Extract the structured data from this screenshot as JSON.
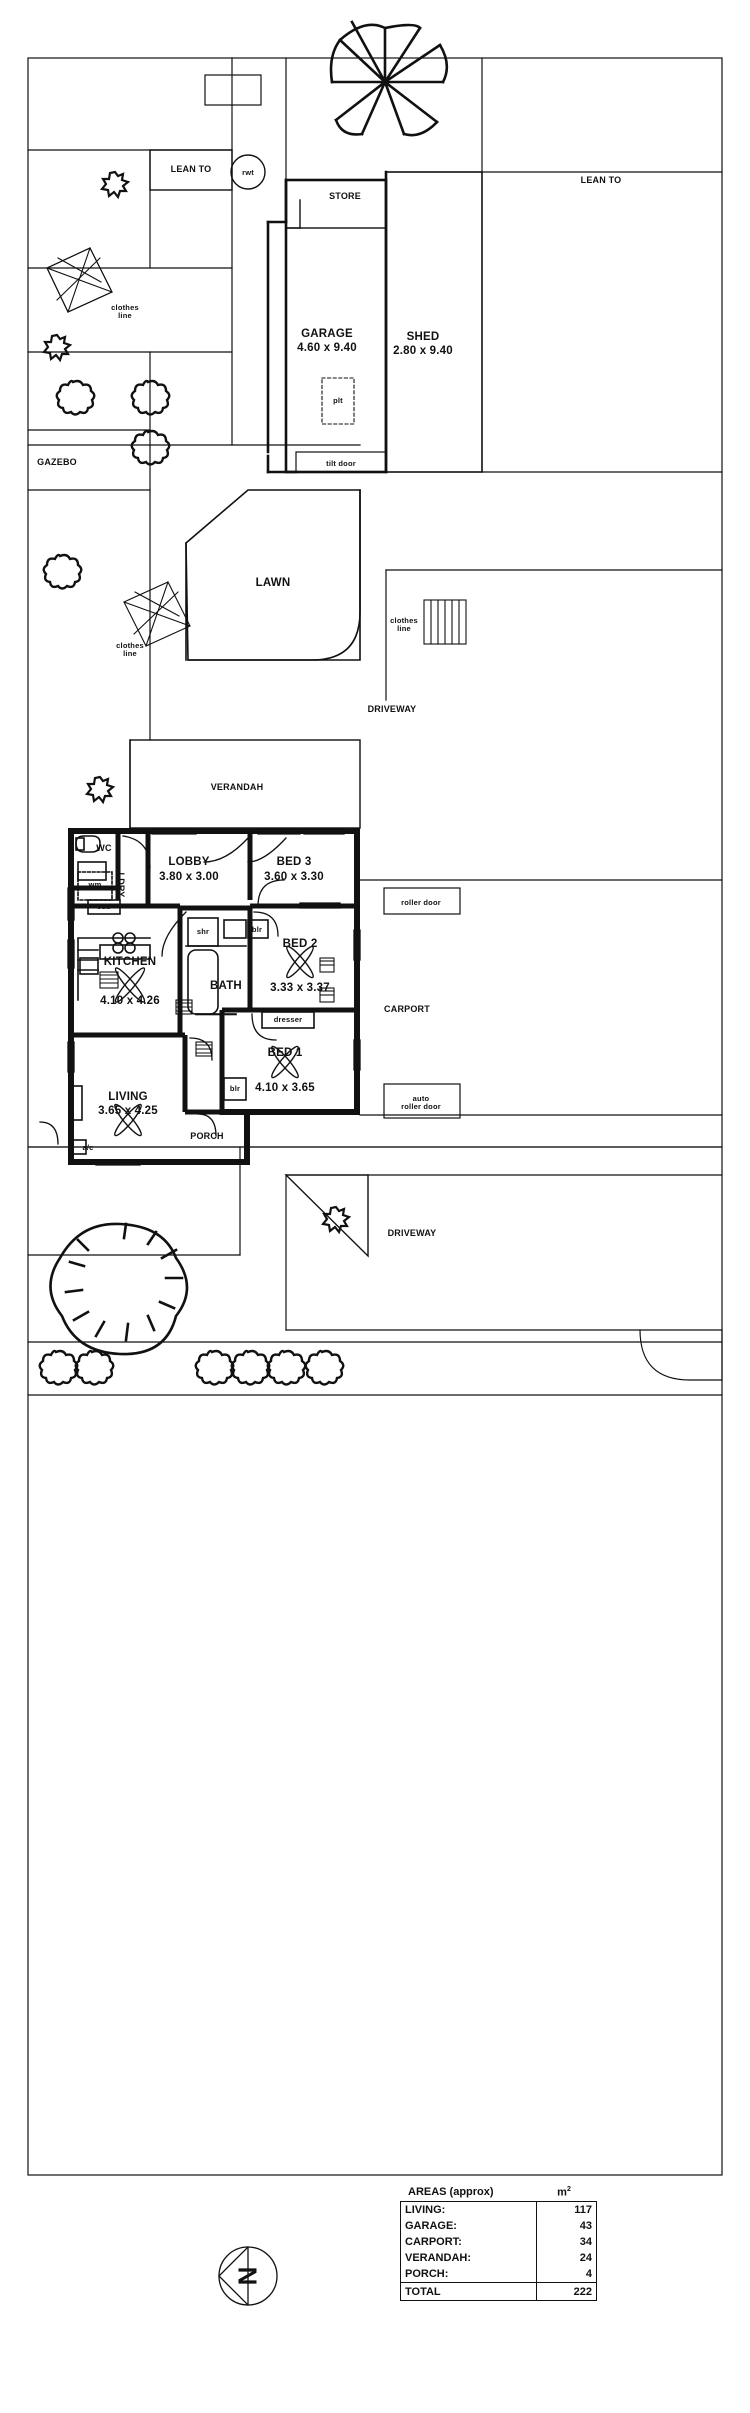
{
  "document": {
    "type": "residential-floor-plan",
    "ink_color": "#111111",
    "paper_color": "#ffffff"
  },
  "outbuildings": {
    "lean_to_left": "LEAN TO",
    "lean_to_right": "LEAN TO",
    "rwt": "rwt",
    "store": "STORE",
    "garage_name": "GARAGE",
    "garage_dims": "4.60 x 9.40",
    "shed_name": "SHED",
    "shed_dims": "2.80 x 9.40",
    "plt": "plt",
    "tilt_door": "tilt door",
    "gazebo": "GAZEBO",
    "clothes_line_top": "clothes\nline",
    "clothes_line_mid": "clothes\nline",
    "clothes_line_right": "clothes\nline"
  },
  "yard": {
    "lawn": "LAWN",
    "driveway_top": "DRIVEWAY",
    "driveway_bottom": "DRIVEWAY",
    "verandah": "VERANDAH",
    "carport": "CARPORT",
    "roller_door": "roller door",
    "auto_roller_door": "auto\nroller door",
    "porch": "PORCH",
    "ac": "a/c"
  },
  "rooms": [
    {
      "name": "LOBBY",
      "dims": "3.80 x 3.00"
    },
    {
      "name": "BED 3",
      "dims": "3.60 x 3.30"
    },
    {
      "name": "KITCHEN",
      "dims": "4.10 x 4.26"
    },
    {
      "name": "BED 2",
      "dims": "3.33 x 3.37"
    },
    {
      "name": "BED 1",
      "dims": "4.10 x 3.65"
    },
    {
      "name": "LIVING",
      "dims": "3.65 x 4.25"
    },
    {
      "name": "BATH",
      "dims": ""
    }
  ],
  "fixtures": {
    "wc": "WC",
    "ldry": "LDRY",
    "wm": "wm",
    "cub": "cub",
    "shr": "shr",
    "blr_bed2": "blr",
    "blr_bed1": "blr",
    "dresser": "dresser"
  },
  "areas": {
    "title": "AREAS (approx)",
    "unit": "m",
    "unit_sup": "2",
    "rows": [
      {
        "label": "LIVING:",
        "value": "117"
      },
      {
        "label": "GARAGE:",
        "value": "43"
      },
      {
        "label": "CARPORT:",
        "value": "34"
      },
      {
        "label": "VERANDAH:",
        "value": "24"
      },
      {
        "label": "PORCH:",
        "value": "4"
      }
    ],
    "total": {
      "label": "TOTAL",
      "value": "222"
    }
  },
  "compass": {
    "letter": "N",
    "direction": "north-left"
  }
}
